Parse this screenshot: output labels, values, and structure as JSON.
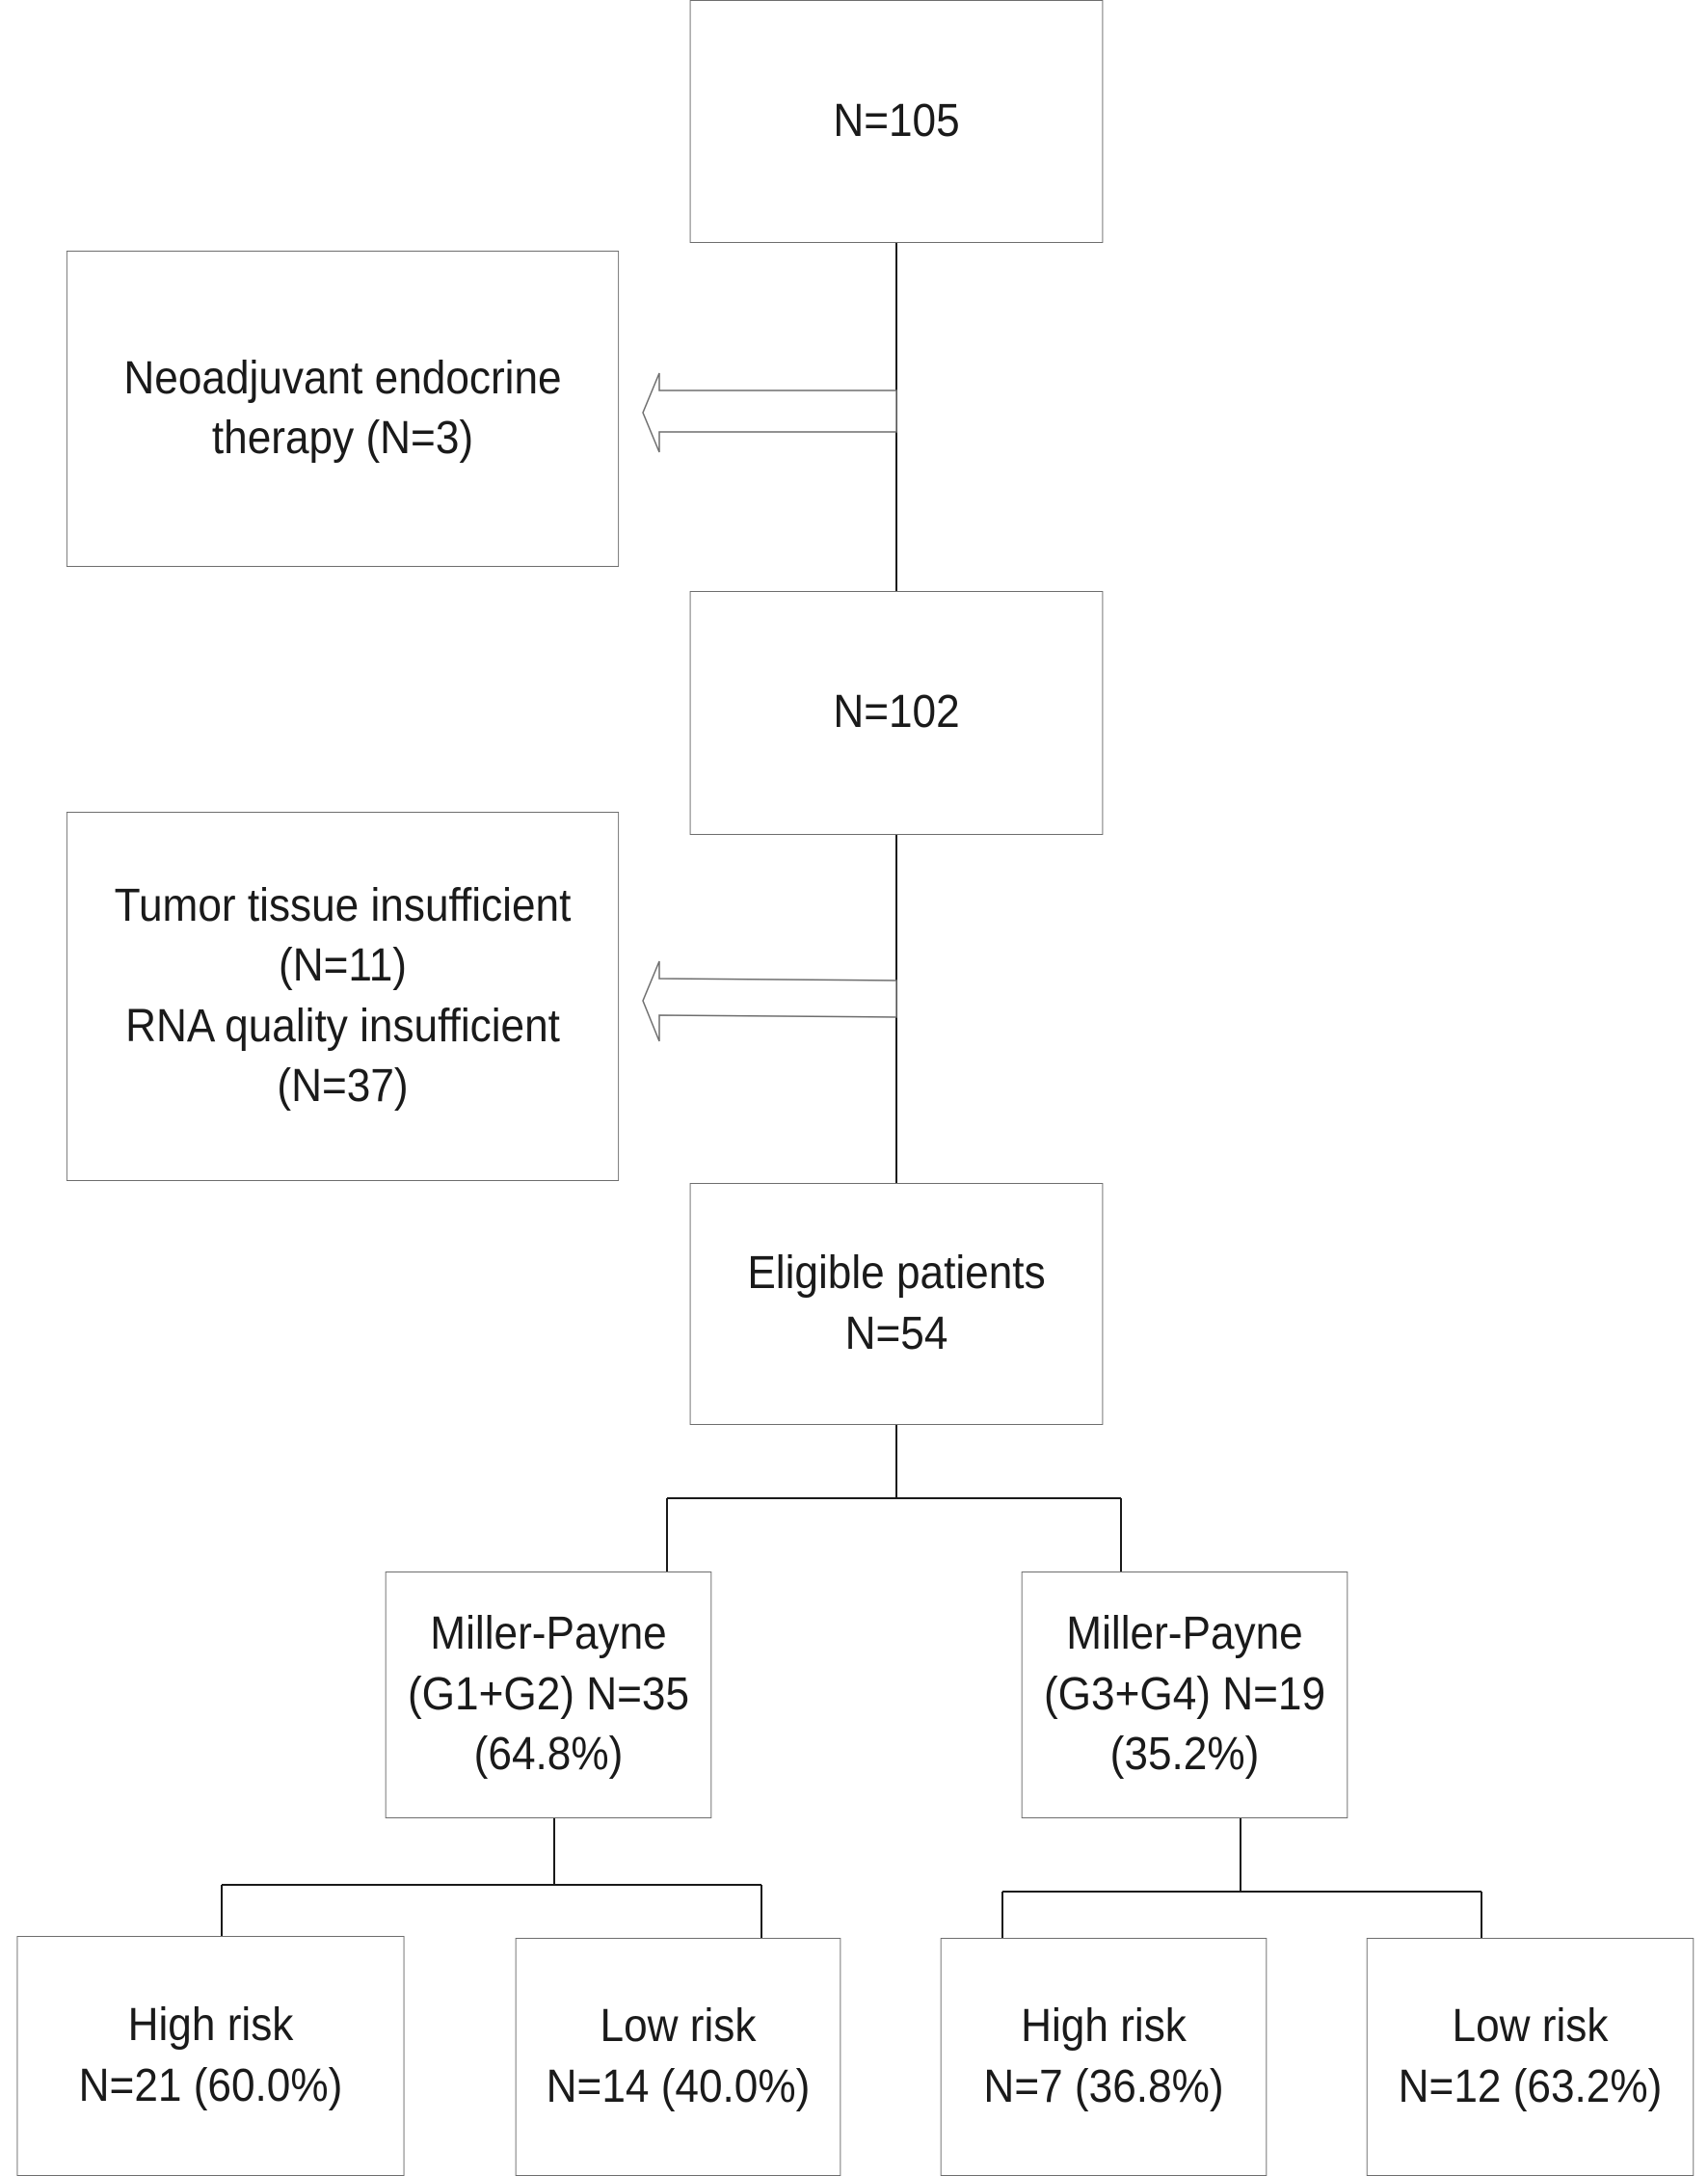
{
  "diagram": {
    "start": {
      "lines": [
        "N=105"
      ]
    },
    "exclusion_1": {
      "lines": [
        "Neoadjuvant endocrine",
        "therapy (N=3)"
      ]
    },
    "after_exclusion_1": {
      "lines": [
        "N=102"
      ]
    },
    "exclusion_2": {
      "lines": [
        "Tumor tissue insufficient",
        "(N=11)",
        "RNA quality insufficient",
        "(N=37)"
      ]
    },
    "eligible": {
      "lines": [
        "Eligible patients",
        "N=54"
      ]
    },
    "group_g1g2": {
      "lines": [
        "Miller-Payne",
        "(G1+G2) N=35",
        "(64.8%)"
      ]
    },
    "group_g3g4": {
      "lines": [
        "Miller-Payne",
        "(G3+G4) N=19",
        "(35.2%)"
      ]
    },
    "g1g2_high": {
      "lines": [
        "High risk",
        "N=21 (60.0%)"
      ]
    },
    "g1g2_low": {
      "lines": [
        "Low risk",
        "N=14 (40.0%)"
      ]
    },
    "g3g4_high": {
      "lines": [
        "High risk",
        "N=7 (36.8%)"
      ]
    },
    "g3g4_low": {
      "lines": [
        "Low risk",
        "N=12 (63.2%)"
      ]
    }
  },
  "colors": {
    "line": "#1a1a1a",
    "border": "#6e6e6e",
    "text": "#1a1a1a"
  }
}
